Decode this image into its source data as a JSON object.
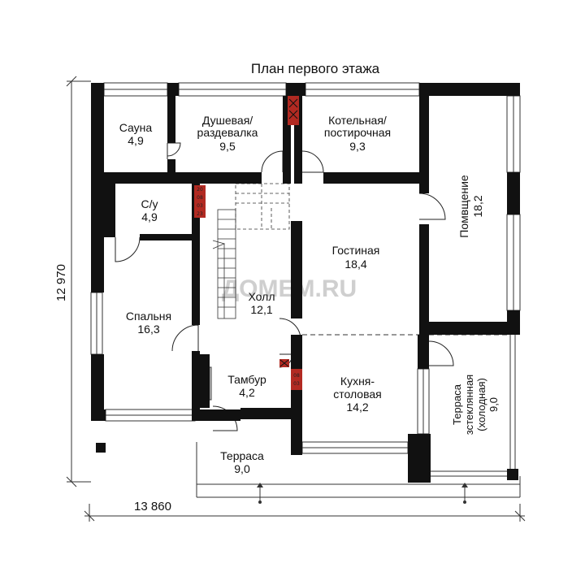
{
  "title": "План первого этажа",
  "watermark": "ДОМЕМ.RU",
  "dimensions": {
    "height": "12 970",
    "width": "13 860"
  },
  "rooms": {
    "sauna": {
      "name": "Сауна",
      "area": "4,9"
    },
    "shower": {
      "name1": "Душевая/",
      "name2": "раздевалка",
      "area": "9,5"
    },
    "boiler": {
      "name1": "Котельная/",
      "name2": "постирочная",
      "area": "9,3"
    },
    "storage": {
      "name": "Помвщение",
      "area": "18,2"
    },
    "wc": {
      "name": "С/у",
      "area": "4,9"
    },
    "living": {
      "name": "Гостиная",
      "area": "18,4"
    },
    "hall": {
      "name": "Холл",
      "area": "12,1"
    },
    "bedroom": {
      "name": "Спальня",
      "area": "16,3"
    },
    "vestibule": {
      "name": "Тамбур",
      "area": "4,2"
    },
    "kitchen": {
      "name1": "Кухня-",
      "name2": "столовая",
      "area": "14,2"
    },
    "terrace": {
      "name": "Терраса",
      "area": "9,0"
    },
    "terrace_glazed": {
      "name1": "Терраса",
      "name2": "зстеклянная",
      "name3": "(холодная)",
      "area": "9,0"
    }
  },
  "chimney_labels": [
    "20",
    "08",
    "03",
    "23"
  ],
  "colors": {
    "wall": "#111111",
    "chimney": "#b22a22",
    "line": "#333333"
  }
}
